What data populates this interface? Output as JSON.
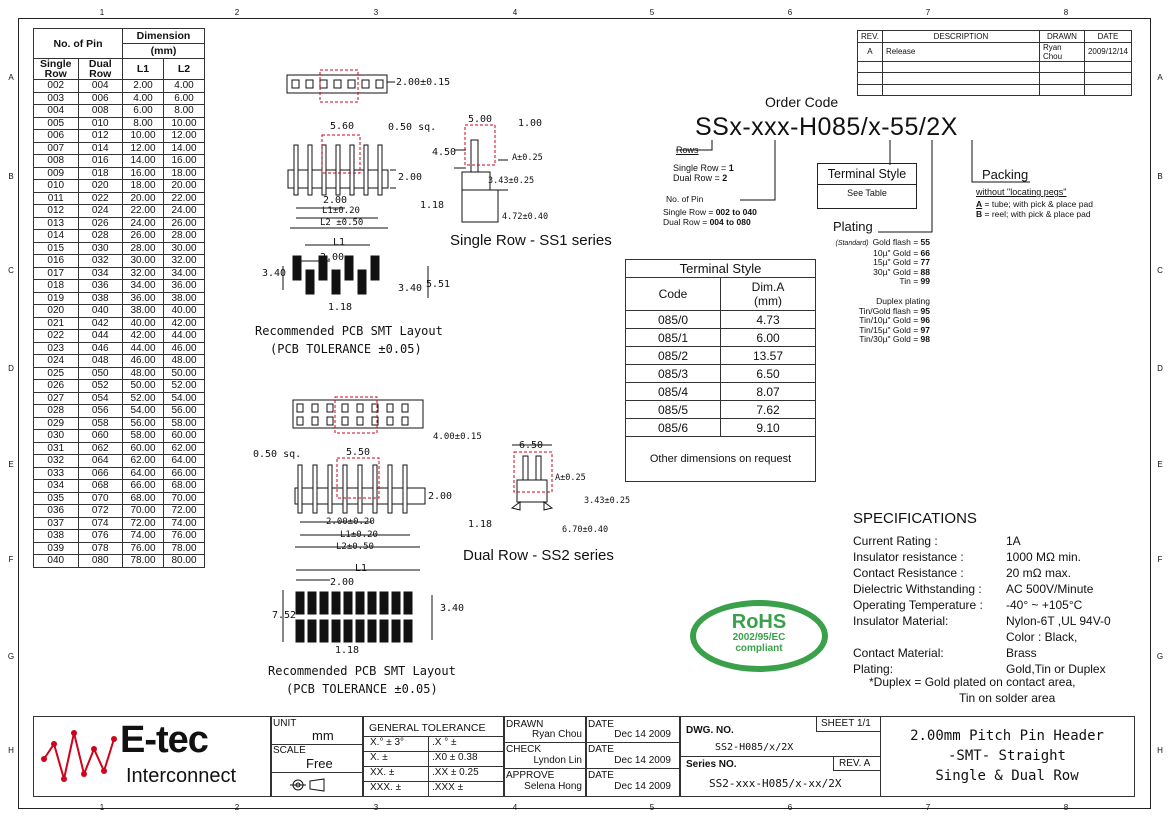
{
  "zones_top": [
    "1",
    "2",
    "3",
    "4",
    "5",
    "6",
    "7",
    "8"
  ],
  "zones_side": [
    "A",
    "B",
    "C",
    "D",
    "E",
    "F",
    "G",
    "H"
  ],
  "dim_table": {
    "h_pin": "No. of Pin",
    "h_dim": "Dimension",
    "h_mm": "(mm)",
    "h_single": "Single",
    "h_row": "Row",
    "h_dual": "Dual",
    "h_l1": "L1",
    "h_l2": "L2",
    "rows": [
      [
        "002",
        "004",
        "2.00",
        "4.00"
      ],
      [
        "003",
        "006",
        "4.00",
        "6.00"
      ],
      [
        "004",
        "008",
        "6.00",
        "8.00"
      ],
      [
        "005",
        "010",
        "8.00",
        "10.00"
      ],
      [
        "006",
        "012",
        "10.00",
        "12.00"
      ],
      [
        "007",
        "014",
        "12.00",
        "14.00"
      ],
      [
        "008",
        "016",
        "14.00",
        "16.00"
      ],
      [
        "009",
        "018",
        "16.00",
        "18.00"
      ],
      [
        "010",
        "020",
        "18.00",
        "20.00"
      ],
      [
        "011",
        "022",
        "20.00",
        "22.00"
      ],
      [
        "012",
        "024",
        "22.00",
        "24.00"
      ],
      [
        "013",
        "026",
        "24.00",
        "26.00"
      ],
      [
        "014",
        "028",
        "26.00",
        "28.00"
      ],
      [
        "015",
        "030",
        "28.00",
        "30.00"
      ],
      [
        "016",
        "032",
        "30.00",
        "32.00"
      ],
      [
        "017",
        "034",
        "32.00",
        "34.00"
      ],
      [
        "018",
        "036",
        "34.00",
        "36.00"
      ],
      [
        "019",
        "038",
        "36.00",
        "38.00"
      ],
      [
        "020",
        "040",
        "38.00",
        "40.00"
      ],
      [
        "021",
        "042",
        "40.00",
        "42.00"
      ],
      [
        "022",
        "044",
        "42.00",
        "44.00"
      ],
      [
        "023",
        "046",
        "44.00",
        "46.00"
      ],
      [
        "024",
        "048",
        "46.00",
        "48.00"
      ],
      [
        "025",
        "050",
        "48.00",
        "50.00"
      ],
      [
        "026",
        "052",
        "50.00",
        "52.00"
      ],
      [
        "027",
        "054",
        "52.00",
        "54.00"
      ],
      [
        "028",
        "056",
        "54.00",
        "56.00"
      ],
      [
        "029",
        "058",
        "56.00",
        "58.00"
      ],
      [
        "030",
        "060",
        "58.00",
        "60.00"
      ],
      [
        "031",
        "062",
        "60.00",
        "62.00"
      ],
      [
        "032",
        "064",
        "62.00",
        "64.00"
      ],
      [
        "033",
        "066",
        "64.00",
        "66.00"
      ],
      [
        "034",
        "068",
        "66.00",
        "68.00"
      ],
      [
        "035",
        "070",
        "68.00",
        "70.00"
      ],
      [
        "036",
        "072",
        "70.00",
        "72.00"
      ],
      [
        "037",
        "074",
        "72.00",
        "74.00"
      ],
      [
        "038",
        "076",
        "74.00",
        "76.00"
      ],
      [
        "039",
        "078",
        "76.00",
        "78.00"
      ],
      [
        "040",
        "080",
        "78.00",
        "80.00"
      ]
    ]
  },
  "revision": {
    "h_rev": "REV.",
    "h_desc": "DESCRIPTION",
    "h_drawn": "DRAWN",
    "h_date": "DATE",
    "row": {
      "rev": "A",
      "desc": "Release",
      "drawn": "Ryan Chou",
      "date": "2009/12/14"
    }
  },
  "order_code": {
    "title": "Order Code",
    "code": "SSx-xxx-H085/x-55/2X",
    "rows_title": "Rows",
    "rows_single": "Single Row =",
    "rows_single_v": "1",
    "rows_dual": "Dual Row  =",
    "rows_dual_v": "2",
    "pin_title": "No. of Pin",
    "pin_single": "Single Row =",
    "pin_single_v": "002 to 040",
    "pin_dual": "Dual Row  =",
    "pin_dual_v": "004 to 080",
    "terminal_box": "Terminal Style",
    "terminal_see": "See Table",
    "packing": "Packing",
    "packing_note": "without \"locating pegs\"",
    "pack_a_key": "A",
    "pack_a": "= tube; with pick & place pad",
    "pack_b_key": "B",
    "pack_b": "= reel; with pick & place pad",
    "plating": "Plating",
    "plating_items": [
      {
        "pre": "(Standard)",
        "txt": "Gold flash =",
        "v": "55"
      },
      {
        "pre": "",
        "txt": "10µ\" Gold =",
        "v": "66"
      },
      {
        "pre": "",
        "txt": "15µ\" Gold =",
        "v": "77"
      },
      {
        "pre": "",
        "txt": "30µ\" Gold =",
        "v": "88"
      },
      {
        "pre": "",
        "txt": "Tin =",
        "v": "99"
      }
    ],
    "duplex_title": "Duplex plating",
    "duplex_items": [
      {
        "txt": "Tin/Gold flash =",
        "v": "95"
      },
      {
        "txt": "Tin/10µ\" Gold =",
        "v": "96"
      },
      {
        "txt": "Tin/15µ\" Gold =",
        "v": "97"
      },
      {
        "txt": "Tin/30µ\" Gold =",
        "v": "98"
      }
    ]
  },
  "terminal_table": {
    "title": "Terminal Style",
    "h_code": "Code",
    "h_dim": "Dim.A",
    "h_mm": "(mm)",
    "rows": [
      [
        "085/0",
        "4.73"
      ],
      [
        "085/1",
        "6.00"
      ],
      [
        "085/2",
        "13.57"
      ],
      [
        "085/3",
        "6.50"
      ],
      [
        "085/4",
        "8.07"
      ],
      [
        "085/5",
        "7.62"
      ],
      [
        "085/6",
        "9.10"
      ]
    ],
    "footer": "Other dimensions on request"
  },
  "drawing_labels": {
    "ss1": "Single Row - SS1 series",
    "ss2": "Dual Row  - SS2 series",
    "pcb": "Recommended PCB SMT Layout",
    "tol": "(PCB TOLERANCE  ±0.05)",
    "d_200_015": "2.00±0.15",
    "d_560": "5.60",
    "d_050sq": "0.50 sq.",
    "d_500": "5.00",
    "d_100": "1.00",
    "d_450": "4.50",
    "d_a025": "A±0.25",
    "d_343": "3.43±0.25",
    "d_118": "1.18",
    "d_472": "4.72±0.40",
    "d_200": "2.00",
    "d_l1_020": "L1±0.20",
    "d_l2_050": "L2 ±0.50",
    "d_l1": "L1",
    "d_340": "3.40",
    "d_551": "5.51",
    "d_400_015": "4.00±0.15",
    "d_550": "5.50",
    "d_650": "6.50",
    "d_670": "6.70±0.40",
    "d_200_020": "2.00±0.20",
    "d_l1b": "L1±0.20",
    "d_l2b": "L2±0.50",
    "d_752": "7.52"
  },
  "specs": {
    "title": "SPECIFICATIONS",
    "items": [
      [
        "Current Rating :",
        "1A"
      ],
      [
        "Insulator resistance :",
        "1000 MΩ min."
      ],
      [
        "Contact Resistance :",
        "20 mΩ max."
      ],
      [
        "Dielectric Withstanding :",
        "AC 500V/Minute"
      ],
      [
        "Operating Temperature :",
        "-40° ~ +105°C"
      ],
      [
        "Insulator Material:",
        "Nylon-6T ,UL 94V-0"
      ],
      [
        "",
        "Color : Black,"
      ],
      [
        "Contact Material:",
        "Brass"
      ],
      [
        "Plating:",
        "Gold,Tin or Duplex"
      ]
    ],
    "duplex1": "*Duplex = Gold plated on contact area,",
    "duplex2": "Tin on solder area"
  },
  "rohs": {
    "big": "RoHS",
    "mid": "2002/95/EC",
    "small": "compliant"
  },
  "title_block": {
    "logo_main": "E-tec",
    "logo_sub": "Interconnect",
    "unit_lbl": "UNIT",
    "unit_val": "mm",
    "scale_lbl": "SCALE",
    "scale_val": "Free",
    "gt_title": "GENERAL TOLERANCE",
    "gt": [
      [
        "X.°",
        "±",
        "3°",
        ".X °",
        "±"
      ],
      [
        "X.",
        "±",
        "",
        ".X0",
        "± 0.38"
      ],
      [
        "XX.",
        "±",
        "",
        ".XX",
        "± 0.25"
      ],
      [
        "XXX.",
        "±",
        "",
        ".XXX",
        "±"
      ]
    ],
    "drawn_lbl": "DRAWN",
    "drawn_val": "Ryan Chou",
    "check_lbl": "CHECK",
    "check_val": "Lyndon Lin",
    "approve_lbl": "APPROVE",
    "approve_val": "Selena Hong",
    "date_lbl": "DATE",
    "date1": "Dec 14 2009",
    "date2": "Dec 14 2009",
    "date3": "Dec 14 2009",
    "dwg_lbl": "DWG. NO.",
    "dwg_val": "SS2-H085/x/2X",
    "sheet": "SHEET 1/1",
    "series_lbl": "Series NO.",
    "rev_lbl": "REV. A",
    "series_val": "SS2-xxx-H085/x-xx/2X",
    "title1": "2.00mm Pitch Pin Header",
    "title2": "-SMT- Straight",
    "title3": "Single & Dual Row"
  },
  "colors": {
    "green": "#3aa14a",
    "red": "#d0021b"
  }
}
